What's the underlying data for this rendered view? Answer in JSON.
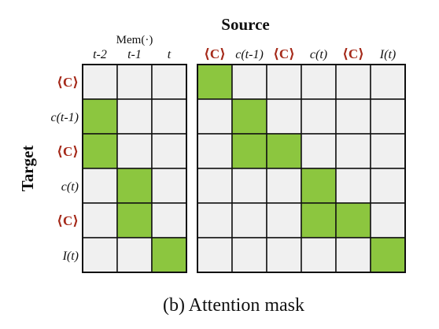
{
  "title": "Source",
  "y_axis_label": "Target",
  "caption": "(b) Attention mask",
  "mem_header": "Mem(·)",
  "mem_columns": [
    "t-2",
    "t-1",
    "t"
  ],
  "source_columns": [
    {
      "text": "⟨C⟩",
      "special": true
    },
    {
      "text": "c(t-1)",
      "special": false
    },
    {
      "text": "⟨C⟩",
      "special": true
    },
    {
      "text": "c(t)",
      "special": false
    },
    {
      "text": "⟨C⟩",
      "special": true
    },
    {
      "text": "I(t)",
      "special": false
    }
  ],
  "target_rows": [
    {
      "text": "⟨C⟩",
      "special": true
    },
    {
      "text": "c(t-1)",
      "special": false
    },
    {
      "text": "⟨C⟩",
      "special": true
    },
    {
      "text": "c(t)",
      "special": false
    },
    {
      "text": "⟨C⟩",
      "special": true
    },
    {
      "text": "I(t)",
      "special": false
    }
  ],
  "mem_mask": [
    [
      0,
      0,
      0
    ],
    [
      1,
      0,
      0
    ],
    [
      1,
      0,
      0
    ],
    [
      0,
      1,
      0
    ],
    [
      0,
      1,
      0
    ],
    [
      0,
      0,
      1
    ]
  ],
  "source_mask": [
    [
      1,
      0,
      0,
      0,
      0,
      0
    ],
    [
      0,
      1,
      0,
      0,
      0,
      0
    ],
    [
      0,
      1,
      1,
      0,
      0,
      0
    ],
    [
      0,
      0,
      0,
      1,
      0,
      0
    ],
    [
      0,
      0,
      0,
      1,
      1,
      0
    ],
    [
      0,
      0,
      0,
      0,
      0,
      1
    ]
  ],
  "colors": {
    "active": "#8cc63f",
    "inactive": "#f0f0f0",
    "grid": "#111111",
    "special": "#a52a1a",
    "text": "#111111"
  }
}
